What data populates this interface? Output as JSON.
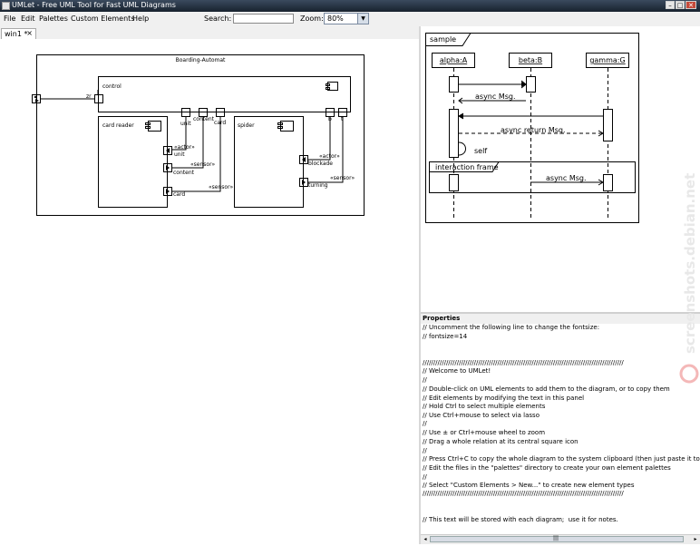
{
  "window": {
    "title": "UMLet - Free UML Tool for Fast UML Diagrams",
    "buttons": {
      "minimize": "–",
      "maximize": "□",
      "close": "✕"
    }
  },
  "menu": {
    "file": "File",
    "edit": "Edit",
    "palettes": "Palettes",
    "custom_elements": "Custom Elements",
    "help": "Help"
  },
  "toolbar": {
    "search_label": "Search:",
    "search_value": "",
    "zoom_label": "Zoom:",
    "zoom_value": "80%"
  },
  "tabs": [
    {
      "label": "win1 *",
      "close": "×"
    }
  ],
  "diagram": {
    "title": "Boarding-Automat",
    "zr": "zr",
    "control": "control",
    "card_reader": "card reader",
    "spider": "spider",
    "port_unit": "unit",
    "port_content": "content",
    "port_card": "card",
    "port_b": "b",
    "port_t": "t",
    "cr_unit": "unit",
    "cr_unit_st": "«actor»",
    "cr_content": "content",
    "cr_content_st": "«sensor»",
    "cr_card": "card",
    "cr_card_st": "«sensor»",
    "sp_blockade": "blockade",
    "sp_blockade_st": "«actor»",
    "sp_turning": "turning",
    "sp_turning_st": "«sensor»"
  },
  "palette": {
    "frame_label": "sample",
    "alpha": "alpha:A",
    "beta": "beta:B",
    "gamma": "gamma:G",
    "msg_async": "async Msg.",
    "msg_return": "async return Msg.",
    "msg_self": "self",
    "interaction_frame": "interaction frame",
    "msg_async2": "async Msg."
  },
  "properties": {
    "title": "Properties",
    "lines": [
      "// Uncomment the following line to change the fontsize:",
      "// fontsize=14",
      "",
      "",
      "//////////////////////////////////////////////////////////////////////////////////////////////",
      "// Welcome to UMLet!",
      "//",
      "// Double-click on UML elements to add them to the diagram, or to copy them",
      "// Edit elements by modifying the text in this panel",
      "// Hold Ctrl to select multiple elements",
      "// Use Ctrl+mouse to select via lasso",
      "//",
      "// Use ± or Ctrl+mouse wheel to zoom",
      "// Drag a whole relation at its central square icon",
      "//",
      "// Press Ctrl+C to copy the whole diagram to the system clipboard (then just paste it to, eg, Word)",
      "// Edit the files in the \"palettes\" directory to create your own element palettes",
      "//",
      "// Select \"Custom Elements > New...\" to create new element types",
      "//////////////////////////////////////////////////////////////////////////////////////////////",
      "",
      "",
      "// This text will be stored with each diagram;  use it for notes."
    ]
  },
  "scrollbar": {
    "left": "◂",
    "grip": "|||",
    "right": "▸"
  },
  "watermark": "screenshots.debian.net"
}
